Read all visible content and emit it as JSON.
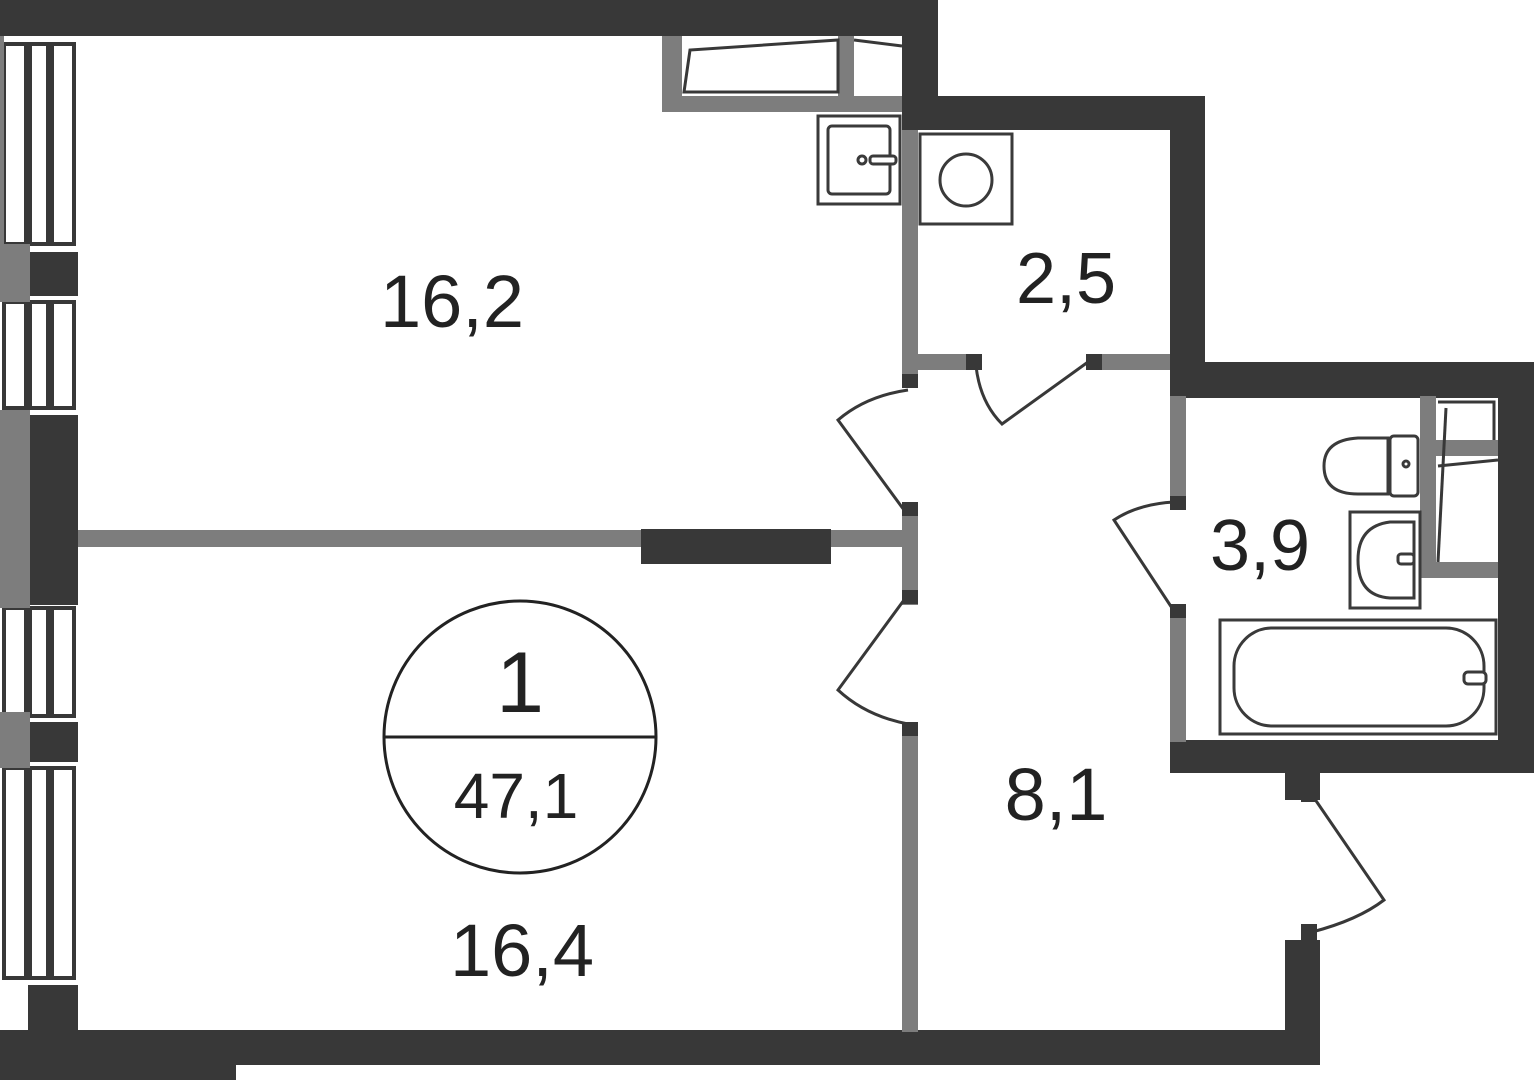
{
  "rooms": {
    "room_top_left": "16,2",
    "room_bottom_left": "16,4",
    "room_storage": "2,5",
    "room_bathroom": "3,9",
    "room_hall": "8,1"
  },
  "badge": {
    "rooms_count": "1",
    "total_area": "47,1"
  },
  "colors": {
    "wall": "#383838",
    "partition": "#7d7d7d",
    "fixture": "#3a3a3a"
  },
  "icons": [
    "window-icon",
    "door-swing-icon",
    "sink-icon",
    "washing-machine-icon",
    "toilet-icon",
    "bathtub-icon",
    "wardrobe-icon"
  ]
}
